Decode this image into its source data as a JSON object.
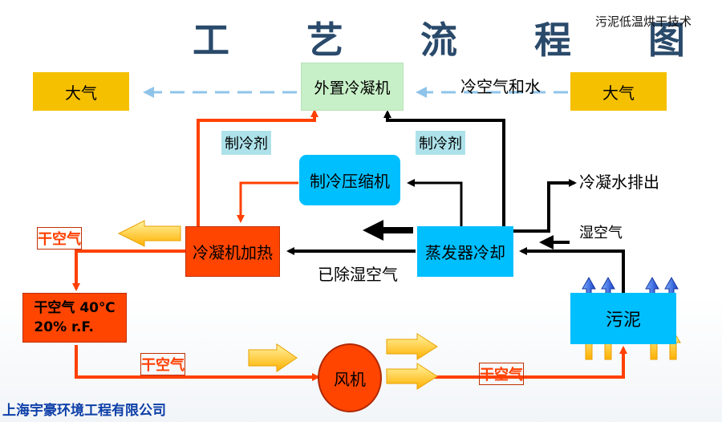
{
  "title": "工 艺 流 程 图",
  "subtitle": "污泥低温烘干技术",
  "nodes": {
    "atmosphere_left": "大气",
    "atmosphere_right": "大气",
    "external_condenser": "外置冷凝机",
    "compressor": "制冷压缩机",
    "condenser_heating": "冷凝机加热",
    "evaporator": "蒸发器冷却",
    "dry_air_box": "干空气 40℃\n20% r.F.",
    "fan": "风机",
    "sludge": "污泥"
  },
  "labels": {
    "cold_air_water": "冷空气和水",
    "refrigerant_left": "制冷剂",
    "refrigerant_right": "制冷剂",
    "condensate_out": "冷凝水排出",
    "humid_air": "湿空气",
    "dehumidified_air": "已除湿空气",
    "dry_air_top": "干空气",
    "dry_air_bottom_left": "干空气",
    "dry_air_bottom_right": "干空气"
  },
  "company": "上海宇豪环境工程有限公司",
  "colors": {
    "title": "#2a4a6b",
    "red_line": "#ff4000",
    "black_line": "#000000",
    "dashed_line": "#8fc4ea",
    "yellow_arrow": "#ffc000",
    "blue_arrow": "#2a5ad8",
    "cyan_box": "#00bfff",
    "green_box": "#c8f0c8",
    "yellow_box": "#f5c000",
    "red_box": "#ff4500"
  }
}
